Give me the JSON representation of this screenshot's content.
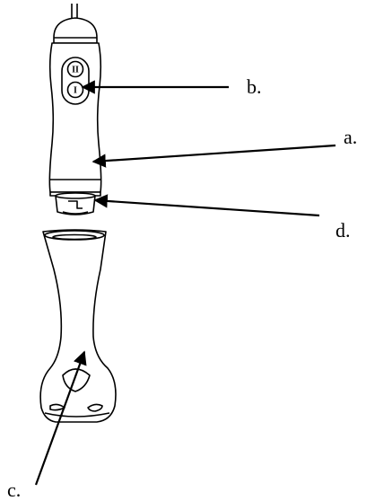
{
  "labels": {
    "a": "a.",
    "b": "b.",
    "c": "c.",
    "d": "d."
  },
  "button_symbols": {
    "top": "II",
    "bottom": "I"
  },
  "colors": {
    "line": "#000000",
    "background": "#ffffff",
    "bright_glint": "#ffffff"
  }
}
